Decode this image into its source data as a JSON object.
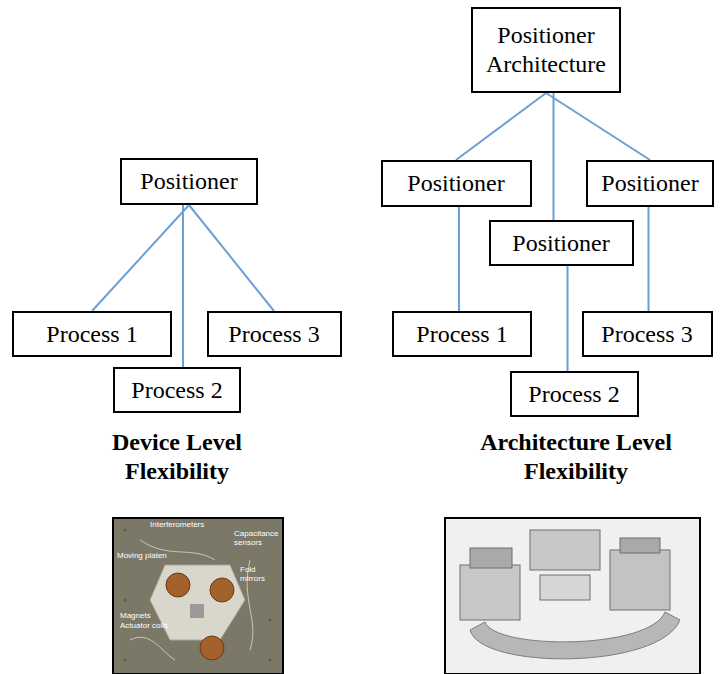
{
  "diagram": {
    "nodes": [
      {
        "text": [
          "Positioner"
        ]
      },
      {
        "text": [
          "Process 1"
        ]
      },
      {
        "text": [
          "Process 2"
        ]
      },
      {
        "text": [
          "Process 3"
        ]
      },
      {
        "text": [
          "Positioner Architecture"
        ]
      },
      {
        "text": [
          "Positioner"
        ]
      },
      {
        "text": [
          "Positioner"
        ]
      },
      {
        "text": [
          "Positioner"
        ]
      },
      {
        "text": [
          "Process 1"
        ]
      },
      {
        "text": [
          "Process 2"
        ]
      },
      {
        "text": [
          "Process 3"
        ]
      }
    ],
    "edges": [
      {
        "from": 0,
        "to": 1,
        "arrow": "none"
      },
      {
        "from": 0,
        "to": 2,
        "arrow": "none"
      },
      {
        "from": 0,
        "to": 3,
        "arrow": "none"
      },
      {
        "from": 4,
        "to": 5,
        "arrow": "none"
      },
      {
        "from": 4,
        "to": 6,
        "arrow": "none"
      },
      {
        "from": 4,
        "to": 7,
        "arrow": "none"
      },
      {
        "from": 5,
        "to": 8,
        "arrow": "none"
      },
      {
        "from": 6,
        "to": 9,
        "arrow": "none"
      },
      {
        "from": 7,
        "to": 10,
        "arrow": "none"
      }
    ],
    "labels": [
      "Device Level Flexibility",
      "Architecture Level Flexibility",
      "Interferometers",
      "Capacitance sensors",
      "Moving platen",
      "Fold mirrors",
      "Magnets",
      "Actuator coils"
    ]
  }
}
